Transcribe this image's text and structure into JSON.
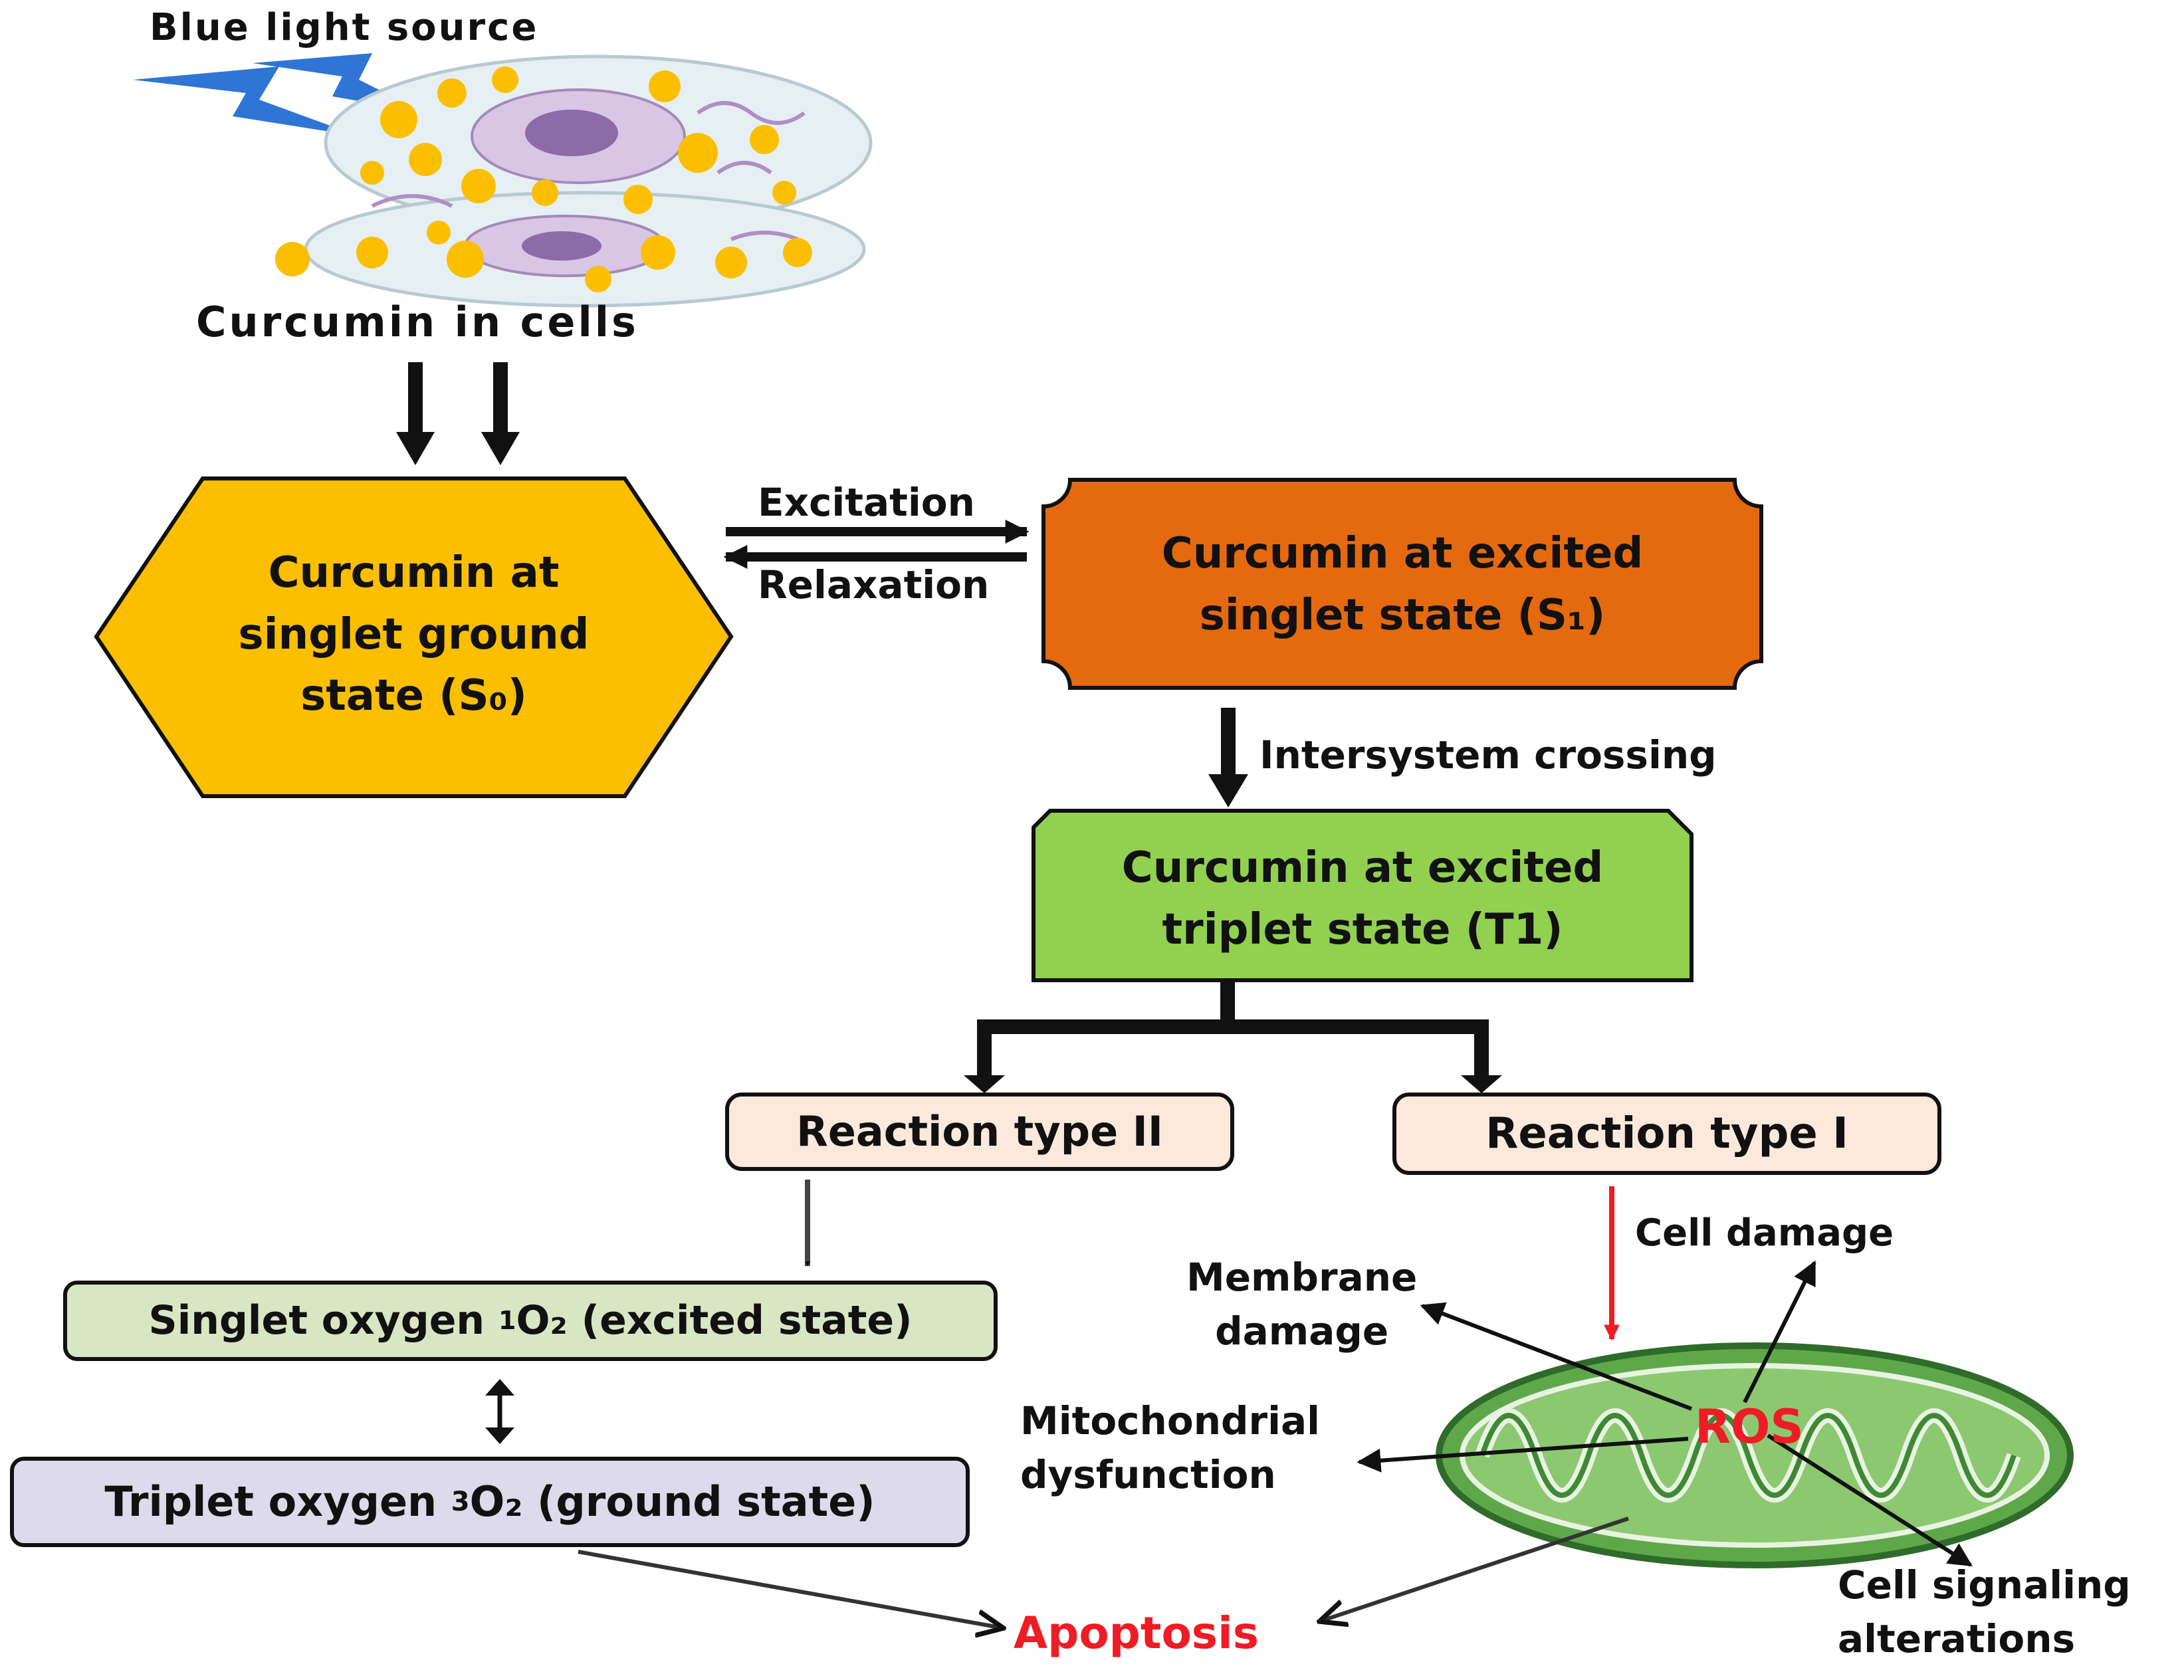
{
  "header": {
    "light_source": "Blue light source",
    "cells_caption": "Curcumin in cells"
  },
  "states": {
    "ground": {
      "line1": "Curcumin at",
      "line2": "singlet ground",
      "line3": "state (S₀)"
    },
    "excited_singlet": {
      "line1": "Curcumin at excited",
      "line2": "singlet state (S₁)"
    },
    "triplet": {
      "line1": "Curcumin at excited",
      "line2": "triplet state (T1)"
    }
  },
  "transitions": {
    "excitation": "Excitation",
    "relaxation": "Relaxation",
    "intersystem": "Intersystem crossing"
  },
  "reactions": {
    "type2": "Reaction type II",
    "type1": "Reaction type I"
  },
  "oxygen": {
    "singlet_pre": "Singlet oxygen ",
    "singlet_sup": "1",
    "singlet_post": "O₂ (excited state)",
    "triplet_pre": "Triplet oxygen ",
    "triplet_sup": "3",
    "triplet_post": "O₂ (ground state)"
  },
  "effects": {
    "ros": "ROS",
    "cell_damage": "Cell damage",
    "membrane_1": "Membrane",
    "membrane_2": "damage",
    "mito_1": "Mitochondrial",
    "mito_2": "dysfunction",
    "signal_1": "Cell signaling",
    "signal_2": "alterations",
    "apoptosis": "Apoptosis"
  },
  "colors": {
    "ground_fill": "#fbbf00",
    "excited_fill": "#e5690f",
    "triplet_fill": "#92d050",
    "reaction_fill": "#fde9dc",
    "singlet_oxygen_fill": "#d8e6c4",
    "triplet_oxygen_fill": "#dddaeb",
    "accent_red": "#ee1c24"
  }
}
